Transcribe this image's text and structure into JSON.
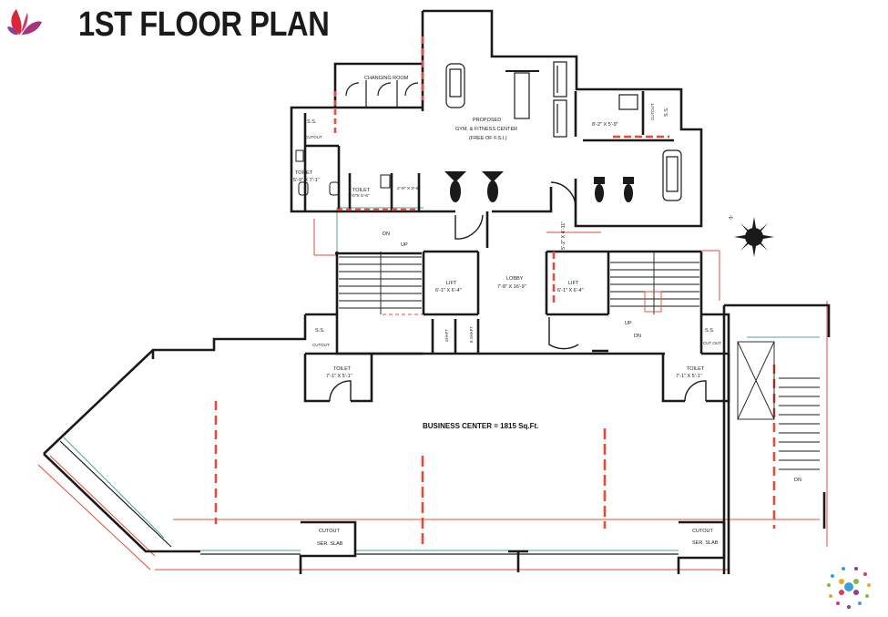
{
  "title": "1ST FLOOR PLAN",
  "rooms": {
    "changing_room": "CHANGING ROOM",
    "gym_line1": "PROPOSED",
    "gym_line2": "GYM. & FITNESS CENTER",
    "gym_line3": "(FREE OF F.S.I.)",
    "gym_annex": "8'-2\" X 5'-9\"",
    "ss_top_left": "S.S.",
    "cutout_top_left": "CUTOUT",
    "toilet_left_label": "TOILET",
    "toilet_left_size": "5'-9\" X 7'-1\"",
    "toilet_small_label": "TOILET",
    "toilet_small_size": "7'-0\"X 5'-6\"",
    "closet_size": "2'-8\" X 3'-6\"",
    "ss_top_right": "S.S.",
    "cutout_top_right": "CUTOUT",
    "vertical_dim": "5'-2\" X 4'-11\"",
    "stair_dn": "DN",
    "stair_up": "UP",
    "lift_left_label": "LIFT",
    "lift_left_size": "6'-1\" X 6'-4\"",
    "lobby_label": "LOBBY",
    "lobby_size": "7'-8\" X 16'-9\"",
    "lift_right_label": "LIFT",
    "lift_right_size": "6'-1\" X 6'-4\"",
    "shaft_left": "SHAFT",
    "shaft_right": "E.SHAFT",
    "up_right": "UP",
    "dn_right": "DN",
    "ss_mid_left": "S.S.",
    "cutout_mid_left": "CUTOUT",
    "ss_mid_right": "S.S.",
    "cutout_mid_right": "CUT OUT",
    "toilet_mid_left_label": "TOILET",
    "toilet_mid_left_size": "7'-1\" X 5'-1\"",
    "toilet_mid_right_label": "TOILET",
    "toilet_mid_right_size": "7'-1\" X 5'-1\"",
    "business_center": "BUSINESS CENTER = 1815 Sq.Ft.",
    "cutout_bottom_left": "CUTOUT",
    "slab_bottom_left": "SER. SLAB",
    "cutout_bottom_right": "CUTOUT",
    "slab_bottom_right": "SER. SLAB",
    "dn_bottom_right": "DN",
    "compass_north": "N"
  },
  "colors": {
    "wall": "#1a1a1a",
    "red_line": "#e84a3a",
    "teal_line": "#4aa6a0",
    "logo_red": "#d8273a",
    "logo_purple": "#8a3fa0"
  }
}
